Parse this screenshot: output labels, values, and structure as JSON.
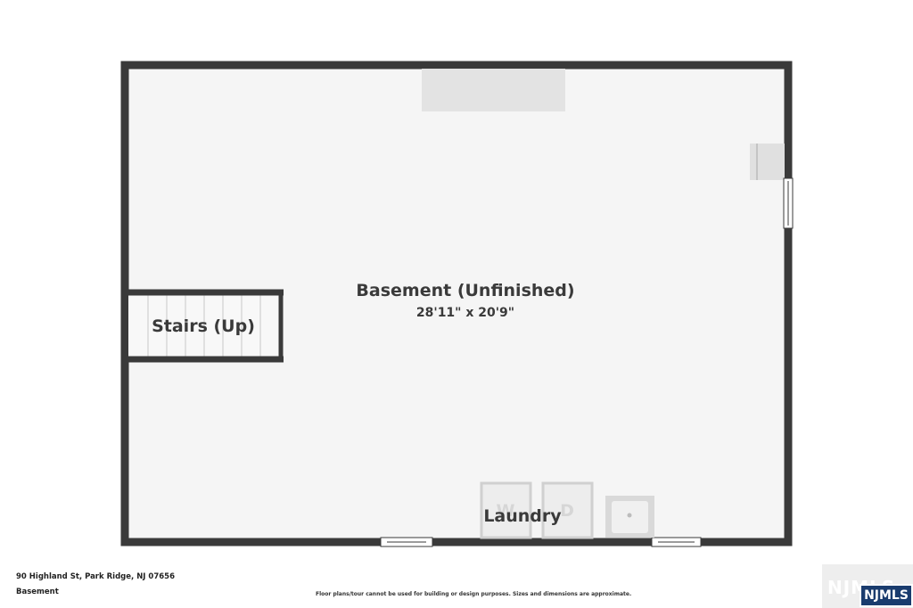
{
  "plan": {
    "room": {
      "name": "Basement (Unfinished)",
      "dimensions": "28'11\" x 20'9\""
    },
    "stairs_label": "Stairs (Up)",
    "laundry_label": "Laundry",
    "washer_letter": "W",
    "dryer_letter": "D"
  },
  "footer": {
    "address": "90 Highland St, Park Ridge, NJ 07656",
    "level": "Basement",
    "disclaimer": "Floor plans/tour cannot be used for building or design purposes. Sizes and dimensions are approximate."
  },
  "logo": {
    "ghost_text": "NJMLS",
    "badge_text": "NJMLS"
  },
  "colors": {
    "wall": "#3a3a3a",
    "floor": "#f5f5f5",
    "fixture": "#e3e3e3",
    "logo_badge": "#1a3c6e"
  }
}
